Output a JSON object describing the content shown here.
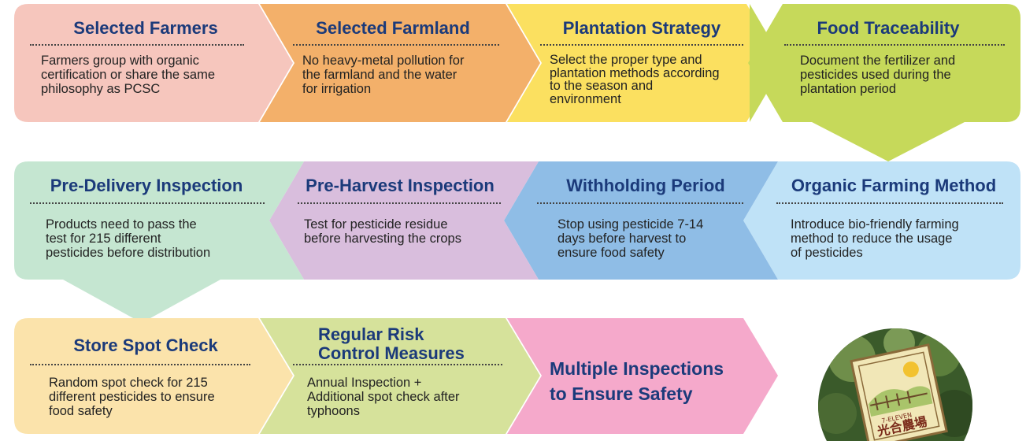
{
  "steps": [
    {
      "title": "Selected Farmers",
      "body": [
        "Farmers group with organic",
        "certification or share the same",
        "philosophy as PCSC"
      ],
      "color": "#f6c6bd"
    },
    {
      "title": "Selected Farmland",
      "body": [
        "No heavy-metal pollution for",
        "the farmland and the water",
        "for irrigation"
      ],
      "color": "#f3b06a"
    },
    {
      "title": "Plantation Strategy",
      "body": [
        "Select the proper type and",
        "plantation methods according",
        "to the season and",
        "environment"
      ],
      "color": "#fbe060"
    },
    {
      "title": "Food Traceability",
      "body": [
        "Document the fertilizer and",
        "pesticides used during the",
        "plantation period"
      ],
      "color": "#c6d95a"
    },
    {
      "title": "Organic Farming Method",
      "body": [
        "Introduce bio-friendly farming",
        "method to reduce the usage",
        "of pesticides"
      ],
      "color": "#bfe2f7"
    },
    {
      "title": "Withholding Period",
      "body": [
        "Stop using pesticide 7-14",
        "days before harvest to",
        "ensure food safety"
      ],
      "color": "#8fbde6"
    },
    {
      "title": "Pre-Harvest Inspection",
      "body": [
        "Test for pesticide residue",
        "before harvesting the crops"
      ],
      "color": "#d9bedd"
    },
    {
      "title": "Pre-Delivery Inspection",
      "body": [
        "Products need to pass the",
        "test for 215 different",
        "pesticides before distribution"
      ],
      "color": "#c5e6d1"
    },
    {
      "title": "Store Spot Check",
      "body": [
        "Random spot check for 215",
        "different pesticides to ensure",
        "food safety"
      ],
      "color": "#fbe3ab"
    },
    {
      "title": [
        "Regular Risk",
        "Control Measures"
      ],
      "body": [
        "Annual Inspection +",
        "Additional spot check after",
        "typhoons"
      ],
      "color": "#d6e29b"
    }
  ],
  "final": {
    "lines": [
      "Multiple Inspections",
      "to Ensure Safety"
    ],
    "color": "#f5a9cb"
  },
  "logo": {
    "brand": "7-ELEVEN",
    "name": "光合農場"
  }
}
